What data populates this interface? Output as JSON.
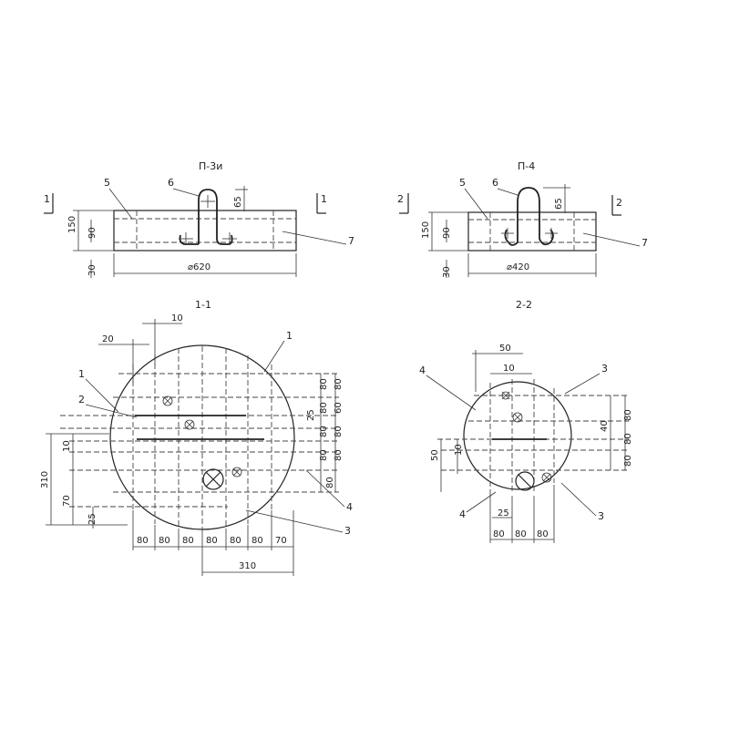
{
  "views": {
    "p3": {
      "title": "П-3и",
      "outer_diameter": "⌀620",
      "thickness": "150",
      "inner": "90",
      "bottom": "30",
      "loop_height": "65"
    },
    "p4": {
      "title": "П-4",
      "outer_diameter": "⌀420",
      "thickness": "150",
      "inner": "90",
      "bottom": "30",
      "loop_height": "65"
    }
  },
  "section_marks": {
    "s1": "1",
    "s2": "2"
  },
  "sections": {
    "s11": {
      "title": "1-1"
    },
    "s22": {
      "title": "2-2"
    }
  },
  "callouts": {
    "c1": "1",
    "c2": "2",
    "c3": "3",
    "c4": "4",
    "c5": "5",
    "c6": "6",
    "c7": "7"
  },
  "dims_s11": {
    "d10": "10",
    "d20": "20",
    "d25a": "25",
    "d10b": "10",
    "d310v": "310",
    "d70": "70",
    "d25b": "25",
    "right": [
      "80",
      "80",
      "60",
      "80",
      "80",
      "80"
    ],
    "bottom": [
      "80",
      "80",
      "80",
      "80",
      "80",
      "80",
      "70"
    ],
    "d310h": "310"
  },
  "dims_s22": {
    "d50top": "50",
    "d10top": "10",
    "d40": "40",
    "d50left": "50",
    "d10left": "10",
    "d25": "25",
    "right": [
      "80",
      "80",
      "80"
    ],
    "bottom": [
      "80",
      "80",
      "80"
    ]
  }
}
